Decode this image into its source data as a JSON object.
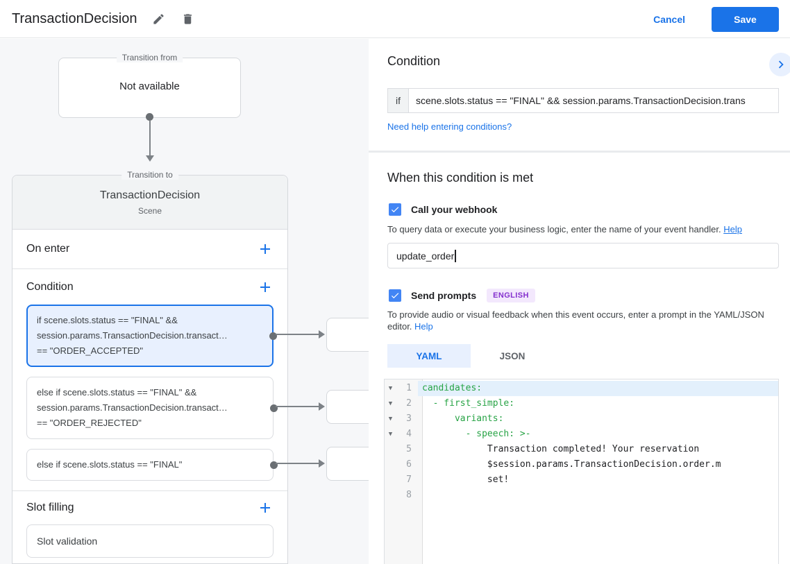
{
  "header": {
    "title": "TransactionDecision",
    "cancel": "Cancel",
    "save": "Save"
  },
  "canvas": {
    "transition_from": {
      "legend": "Transition from",
      "message": "Not available"
    },
    "transition_to": {
      "legend": "Transition to",
      "title": "TransactionDecision",
      "subtitle": "Scene",
      "on_enter": {
        "label": "On enter"
      },
      "condition": {
        "label": "Condition",
        "cards": [
          {
            "selected": true,
            "lines": [
              "if scene.slots.status == \"FINAL\" &&",
              "session.params.TransactionDecision.transact…",
              "== \"ORDER_ACCEPTED\""
            ]
          },
          {
            "selected": false,
            "lines": [
              "else if scene.slots.status == \"FINAL\" &&",
              "session.params.TransactionDecision.transact…",
              "== \"ORDER_REJECTED\""
            ]
          },
          {
            "selected": false,
            "lines": [
              "else if scene.slots.status == \"FINAL\""
            ]
          }
        ]
      },
      "slot_filling": {
        "label": "Slot filling",
        "card": "Slot validation"
      }
    }
  },
  "panel": {
    "condition": {
      "title": "Condition",
      "if_label": "if",
      "expression": "scene.slots.status == \"FINAL\" && session.params.TransactionDecision.trans",
      "help_link": "Need help entering conditions?"
    },
    "when_met": {
      "title": "When this condition is met"
    },
    "webhook": {
      "label": "Call your webhook",
      "checked": true,
      "description": "To query data or execute your business logic, enter the name of your event handler.",
      "help": "Help",
      "value": "update_order"
    },
    "prompts": {
      "label": "Send prompts",
      "checked": true,
      "badge": "ENGLISH",
      "description": "To provide audio or visual feedback when this event occurs, enter a prompt in the YAML/JSON editor.",
      "help": "Help",
      "tabs": [
        {
          "label": "YAML",
          "active": true
        },
        {
          "label": "JSON",
          "active": false
        }
      ],
      "editor": {
        "lines": [
          {
            "n": 1,
            "text": "candidates:",
            "tone": "key",
            "fold": true,
            "active": true
          },
          {
            "n": 2,
            "text": "  - first_simple:",
            "tone": "key",
            "fold": true,
            "active": false
          },
          {
            "n": 3,
            "text": "      variants:",
            "tone": "key",
            "fold": true,
            "active": false
          },
          {
            "n": 4,
            "text": "        - speech: >-",
            "tone": "key",
            "fold": true,
            "active": false
          },
          {
            "n": 5,
            "text": "            Transaction completed! Your reservation",
            "tone": "text",
            "fold": false,
            "active": false
          },
          {
            "n": 6,
            "text": "            $session.params.TransactionDecision.order.m",
            "tone": "text",
            "fold": false,
            "active": false
          },
          {
            "n": 7,
            "text": "            set!",
            "tone": "text",
            "fold": false,
            "active": false
          },
          {
            "n": 8,
            "text": "",
            "tone": "text",
            "fold": false,
            "active": false
          }
        ]
      }
    }
  },
  "colors": {
    "accent": "#1a73e8",
    "checkbox": "#4285f4",
    "selected_card_bg": "#e8f0fe",
    "selected_card_border": "#1a73e8",
    "badge_bg": "#f3e8fd",
    "badge_text": "#8430ce",
    "code_key_green": "#27a345",
    "active_line_bg": "#e3f0fc",
    "canvas_bg": "#f6f7f9"
  }
}
